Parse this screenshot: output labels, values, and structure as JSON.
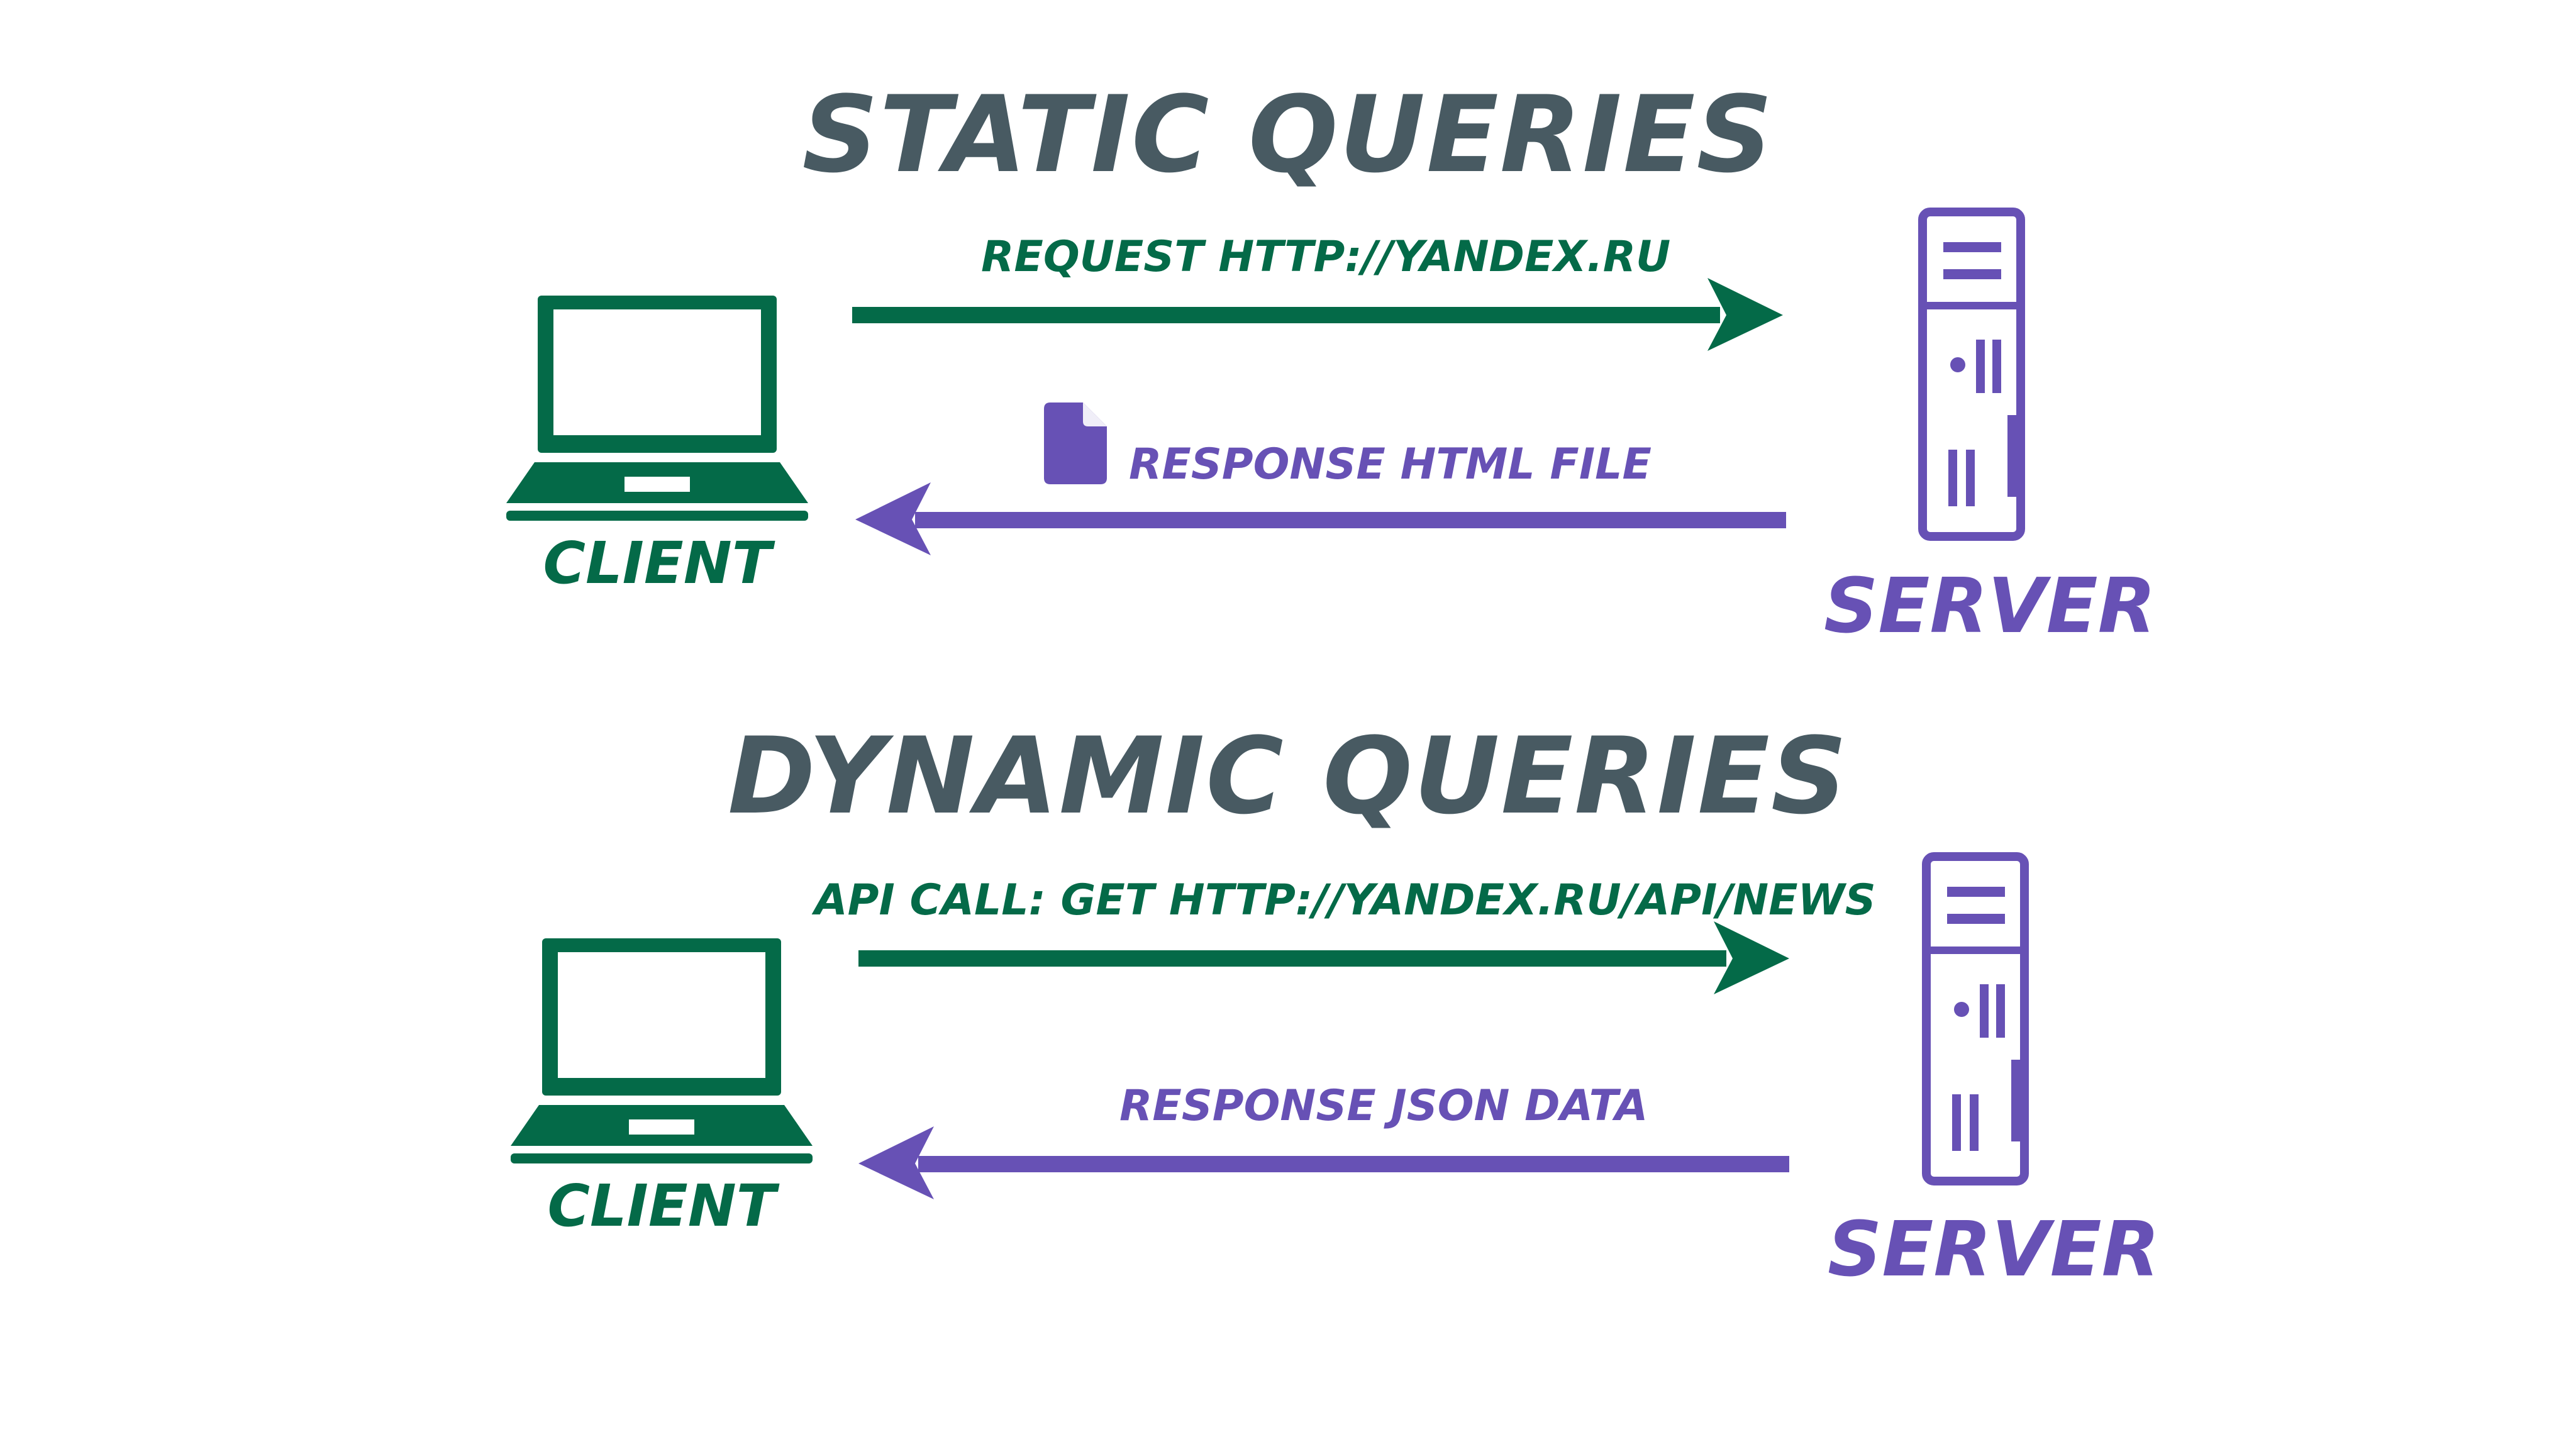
{
  "colors": {
    "client": "#046a48",
    "server": "#6751b5",
    "title": "#485a62",
    "background": "#ffffff"
  },
  "sections": [
    {
      "title": "STATIC QUERIES",
      "request_label": "REQUEST HTTP://YANDEX.RU",
      "response_label": "RESPONSE HTML FILE",
      "response_icon": "file-icon",
      "client_label": "CLIENT",
      "server_label": "SERVER",
      "client_icon": "laptop-icon",
      "server_icon": "server-tower-icon"
    },
    {
      "title": "DYNAMIC QUERIES",
      "request_label": "API CALL: GET HTTP://YANDEX.RU/API/NEWS",
      "response_label": "RESPONSE JSON DATA",
      "client_label": "CLIENT",
      "server_label": "SERVER",
      "client_icon": "laptop-icon",
      "server_icon": "server-tower-icon"
    }
  ]
}
